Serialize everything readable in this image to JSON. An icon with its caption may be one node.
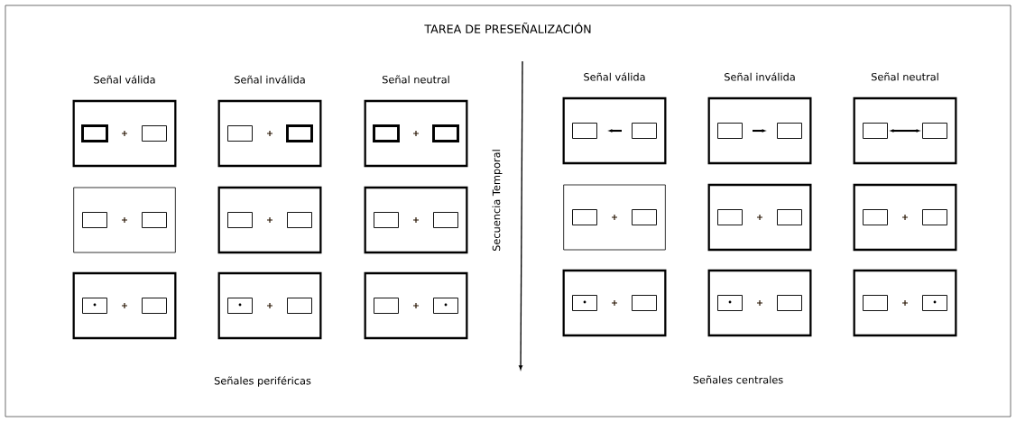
{
  "diagram": {
    "title": "TAREA DE PRESEÑALIZACIÓN",
    "nodes": [
      {
        "text": [],
        "shape": "box"
      },
      {
        "text": [],
        "shape": "box"
      },
      {
        "text": [],
        "shape": "box"
      },
      {
        "text": [],
        "shape": "box"
      },
      {
        "text": [],
        "shape": "box"
      },
      {
        "text": [],
        "shape": "box"
      },
      {
        "text": [],
        "shape": "box"
      },
      {
        "text": [],
        "shape": "box"
      },
      {
        "text": [],
        "shape": "box"
      },
      {
        "text": [],
        "shape": "box"
      },
      {
        "text": [],
        "shape": "box"
      },
      {
        "text": [],
        "shape": "box"
      },
      {
        "text": [],
        "shape": "box"
      },
      {
        "text": [],
        "shape": "box"
      },
      {
        "text": [],
        "shape": "box"
      },
      {
        "text": [],
        "shape": "box"
      },
      {
        "text": [],
        "shape": "box"
      },
      {
        "text": [],
        "shape": "box"
      }
    ],
    "labels": [
      "Señal válida",
      "Señal inválida",
      "Señal neutral",
      "Señal válida",
      "Señal inválida",
      "Señal neutral",
      "Secuencia Temporal",
      "Señales periféricas",
      "Señales centrales"
    ]
  }
}
